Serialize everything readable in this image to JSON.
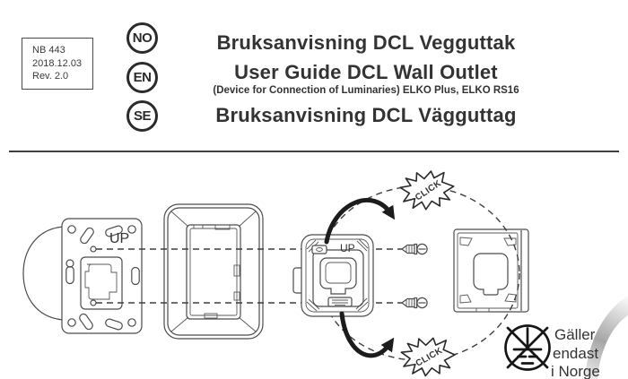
{
  "header": {
    "version_box": {
      "lines": [
        "NB 443",
        "2018.12.03",
        "Rev. 2.0"
      ]
    },
    "languages": [
      "NO",
      "EN",
      "SE"
    ],
    "titles": {
      "no": "Bruksanvisning DCL Vegguttak",
      "en": "User Guide DCL Wall Outlet",
      "en_sub": "(Device for Connection of Luminaries) ELKO Plus, ELKO RS16",
      "se": "Bruksanvisning DCL Vägguttag"
    },
    "text_color": "#333333"
  },
  "diagram": {
    "labels": {
      "up_bracket": "UP",
      "up_outlet": "UP",
      "click_top": "CLICK",
      "click_bottom": "CLICK"
    },
    "norway_note": {
      "lines": [
        "Gäller",
        "endast",
        "i Norge"
      ],
      "color": "#e03a3a"
    },
    "line_color": "#4c4c4c"
  }
}
